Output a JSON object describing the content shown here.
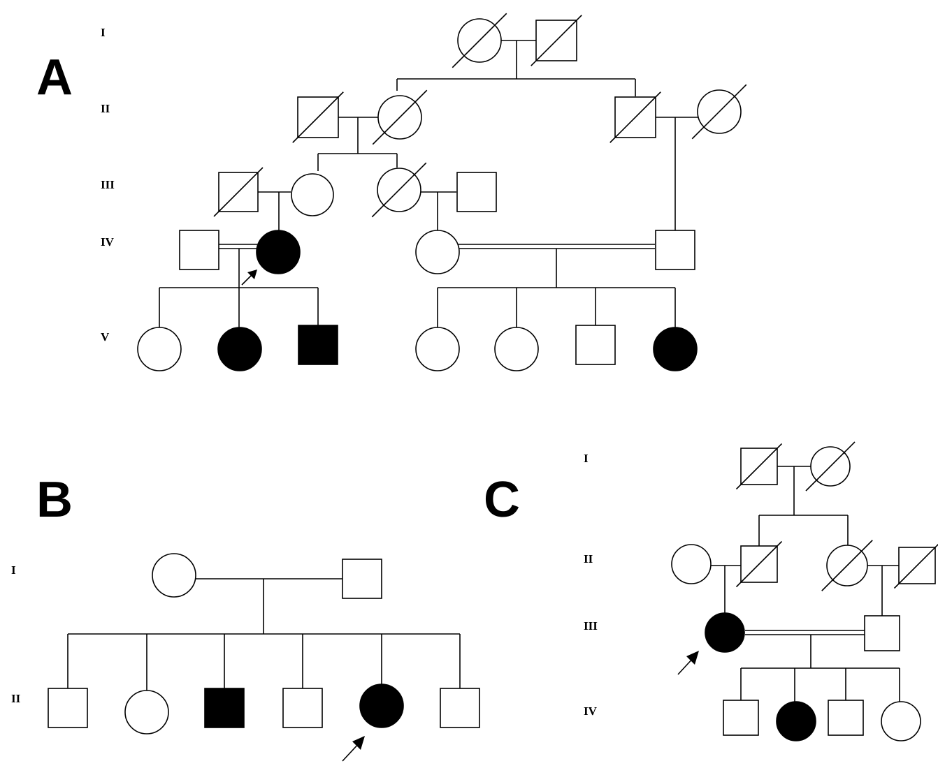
{
  "panels": [
    {
      "label": "A",
      "generations": [
        "I",
        "II",
        "III",
        "IV",
        "V"
      ],
      "individuals": [
        {
          "id": "A-I-1",
          "sex": "female",
          "affected": false,
          "deceased": true,
          "proband": false
        },
        {
          "id": "A-I-2",
          "sex": "male",
          "affected": false,
          "deceased": true,
          "proband": false
        },
        {
          "id": "A-II-1",
          "sex": "male",
          "affected": false,
          "deceased": true,
          "proband": false
        },
        {
          "id": "A-II-2",
          "sex": "female",
          "affected": false,
          "deceased": true,
          "proband": false
        },
        {
          "id": "A-II-3",
          "sex": "male",
          "affected": false,
          "deceased": true,
          "proband": false
        },
        {
          "id": "A-II-4",
          "sex": "female",
          "affected": false,
          "deceased": true,
          "proband": false
        },
        {
          "id": "A-III-1",
          "sex": "male",
          "affected": false,
          "deceased": true,
          "proband": false
        },
        {
          "id": "A-III-2",
          "sex": "female",
          "affected": false,
          "deceased": false,
          "proband": false
        },
        {
          "id": "A-III-3",
          "sex": "female",
          "affected": false,
          "deceased": true,
          "proband": false
        },
        {
          "id": "A-III-4",
          "sex": "male",
          "affected": false,
          "deceased": false,
          "proband": false
        },
        {
          "id": "A-IV-1",
          "sex": "male",
          "affected": false,
          "deceased": false,
          "proband": false
        },
        {
          "id": "A-IV-2",
          "sex": "female",
          "affected": true,
          "deceased": false,
          "proband": true
        },
        {
          "id": "A-IV-3",
          "sex": "female",
          "affected": false,
          "deceased": false,
          "proband": false
        },
        {
          "id": "A-IV-4",
          "sex": "male",
          "affected": false,
          "deceased": false,
          "proband": false
        },
        {
          "id": "A-V-1",
          "sex": "female",
          "affected": false,
          "deceased": false,
          "proband": false
        },
        {
          "id": "A-V-2",
          "sex": "female",
          "affected": true,
          "deceased": false,
          "proband": false
        },
        {
          "id": "A-V-3",
          "sex": "male",
          "affected": true,
          "deceased": false,
          "proband": false
        },
        {
          "id": "A-V-4",
          "sex": "female",
          "affected": false,
          "deceased": false,
          "proband": false
        },
        {
          "id": "A-V-5",
          "sex": "female",
          "affected": false,
          "deceased": false,
          "proband": false
        },
        {
          "id": "A-V-6",
          "sex": "male",
          "affected": false,
          "deceased": false,
          "proband": false
        },
        {
          "id": "A-V-7",
          "sex": "female",
          "affected": true,
          "deceased": false,
          "proband": false
        }
      ],
      "consanguineous_unions": [
        "A-IV-1 x A-IV-2",
        "A-IV-3 x A-IV-4"
      ]
    },
    {
      "label": "B",
      "generations": [
        "I",
        "II"
      ],
      "individuals": [
        {
          "id": "B-I-1",
          "sex": "female",
          "affected": false,
          "deceased": false,
          "proband": false
        },
        {
          "id": "B-I-2",
          "sex": "male",
          "affected": false,
          "deceased": false,
          "proband": false
        },
        {
          "id": "B-II-1",
          "sex": "male",
          "affected": false,
          "deceased": false,
          "proband": false
        },
        {
          "id": "B-II-2",
          "sex": "female",
          "affected": false,
          "deceased": false,
          "proband": false
        },
        {
          "id": "B-II-3",
          "sex": "male",
          "affected": true,
          "deceased": false,
          "proband": false
        },
        {
          "id": "B-II-4",
          "sex": "male",
          "affected": false,
          "deceased": false,
          "proband": false
        },
        {
          "id": "B-II-5",
          "sex": "female",
          "affected": true,
          "deceased": false,
          "proband": true
        },
        {
          "id": "B-II-6",
          "sex": "male",
          "affected": false,
          "deceased": false,
          "proband": false
        }
      ],
      "consanguineous_unions": []
    },
    {
      "label": "C",
      "generations": [
        "I",
        "II",
        "III",
        "IV"
      ],
      "individuals": [
        {
          "id": "C-I-1",
          "sex": "male",
          "affected": false,
          "deceased": true,
          "proband": false
        },
        {
          "id": "C-I-2",
          "sex": "female",
          "affected": false,
          "deceased": true,
          "proband": false
        },
        {
          "id": "C-II-1",
          "sex": "female",
          "affected": false,
          "deceased": false,
          "proband": false
        },
        {
          "id": "C-II-2",
          "sex": "male",
          "affected": false,
          "deceased": true,
          "proband": false
        },
        {
          "id": "C-II-3",
          "sex": "female",
          "affected": false,
          "deceased": true,
          "proband": false
        },
        {
          "id": "C-II-4",
          "sex": "male",
          "affected": false,
          "deceased": true,
          "proband": false
        },
        {
          "id": "C-III-1",
          "sex": "female",
          "affected": true,
          "deceased": false,
          "proband": true
        },
        {
          "id": "C-III-2",
          "sex": "male",
          "affected": false,
          "deceased": false,
          "proband": false
        },
        {
          "id": "C-IV-1",
          "sex": "male",
          "affected": false,
          "deceased": false,
          "proband": false
        },
        {
          "id": "C-IV-2",
          "sex": "female",
          "affected": true,
          "deceased": false,
          "proband": false
        },
        {
          "id": "C-IV-3",
          "sex": "male",
          "affected": false,
          "deceased": false,
          "proband": false
        },
        {
          "id": "C-IV-4",
          "sex": "female",
          "affected": false,
          "deceased": false,
          "proband": false
        }
      ],
      "consanguineous_unions": [
        "C-III-1 x C-III-2"
      ]
    }
  ],
  "colors": {
    "line": "#000000",
    "affected_fill": "#000000",
    "unaffected_fill": "#ffffff"
  }
}
